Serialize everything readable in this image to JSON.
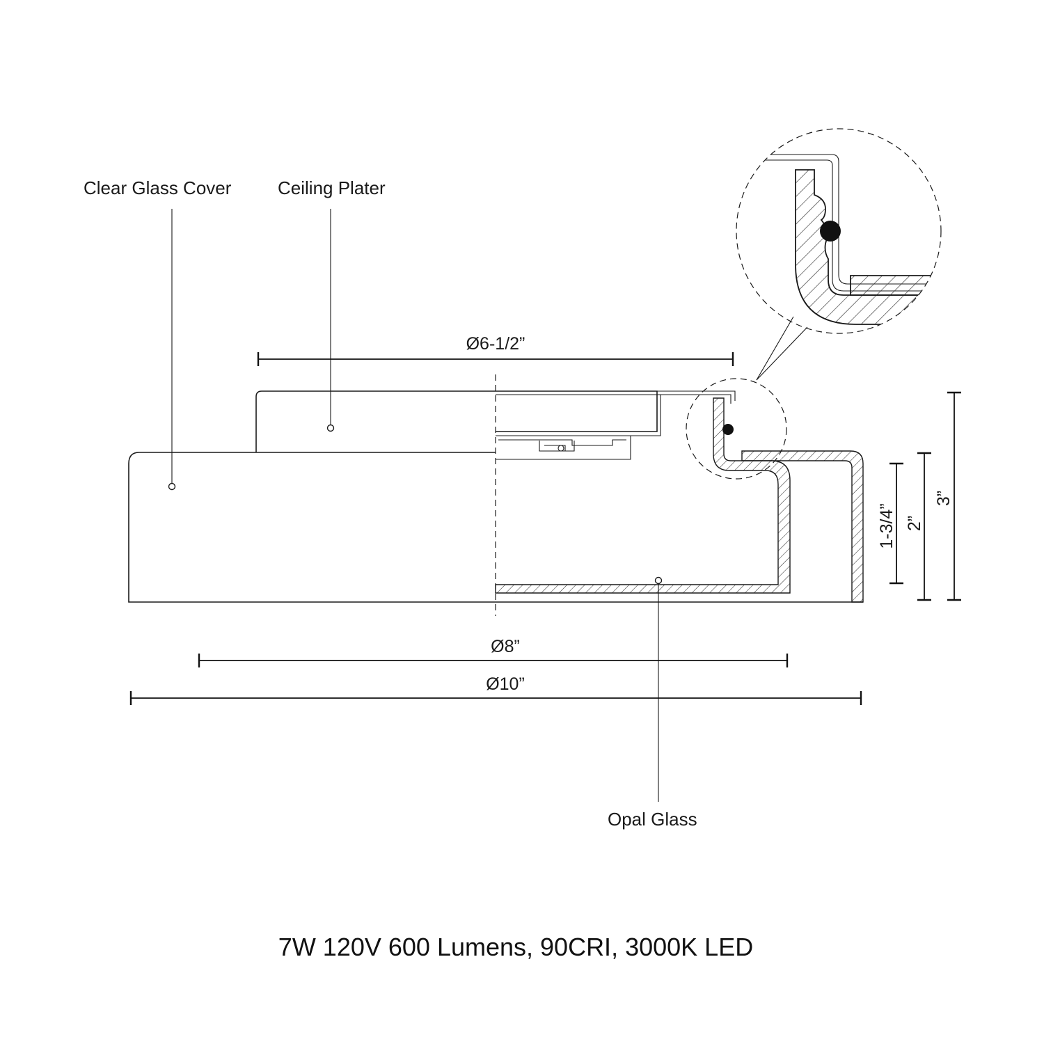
{
  "callouts": {
    "clear_glass_cover": "Clear Glass Cover",
    "ceiling_plater": "Ceiling Plater",
    "opal_glass": "Opal Glass"
  },
  "dimensions": {
    "diameter_top": "Ø6-1/2”",
    "diameter_mid": "Ø8”",
    "diameter_bottom": "Ø10”",
    "height_small": "1-3/4”",
    "height_mid": "2”",
    "height_total": "3”"
  },
  "spec_line": "7W 120V 600 Lumens, 90CRI, 3000K LED"
}
